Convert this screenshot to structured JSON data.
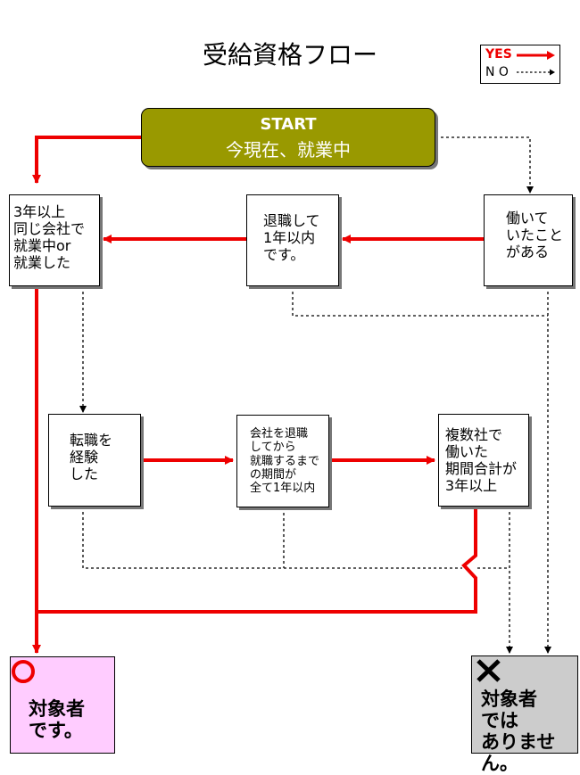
{
  "title": "受給資格フロー",
  "legend": {
    "yes_label": "YES",
    "no_label": "N O"
  },
  "nodes": {
    "start": {
      "label": "START",
      "text": "今現在、就業中"
    },
    "box1": {
      "text": "3年以上\n同じ会社で\n就業中or\n就業した"
    },
    "box2": {
      "text": "退職して\n1年以内\nです。"
    },
    "box3": {
      "text": "働いて\nいたこと\nがある"
    },
    "box4": {
      "text": "転職を\n経験\nした"
    },
    "box5": {
      "text": "会社を退職\nしてから\n就職するまで\nの期間が\n全て1年以内"
    },
    "box6": {
      "text": "複数社で\n働いた\n期間合計が\n3年以上"
    }
  },
  "results": {
    "eligible": {
      "mark": "circle-icon",
      "text": "対象者\nです。"
    },
    "not_eligible": {
      "mark": "cross-icon",
      "text": "対象者\nでは\nありません。"
    }
  },
  "colors": {
    "yes_line": "#ee0000",
    "no_line": "#000000",
    "start_fill": "#999900",
    "eligible_fill": "#ffccff",
    "not_eligible_fill": "#cccccc"
  }
}
